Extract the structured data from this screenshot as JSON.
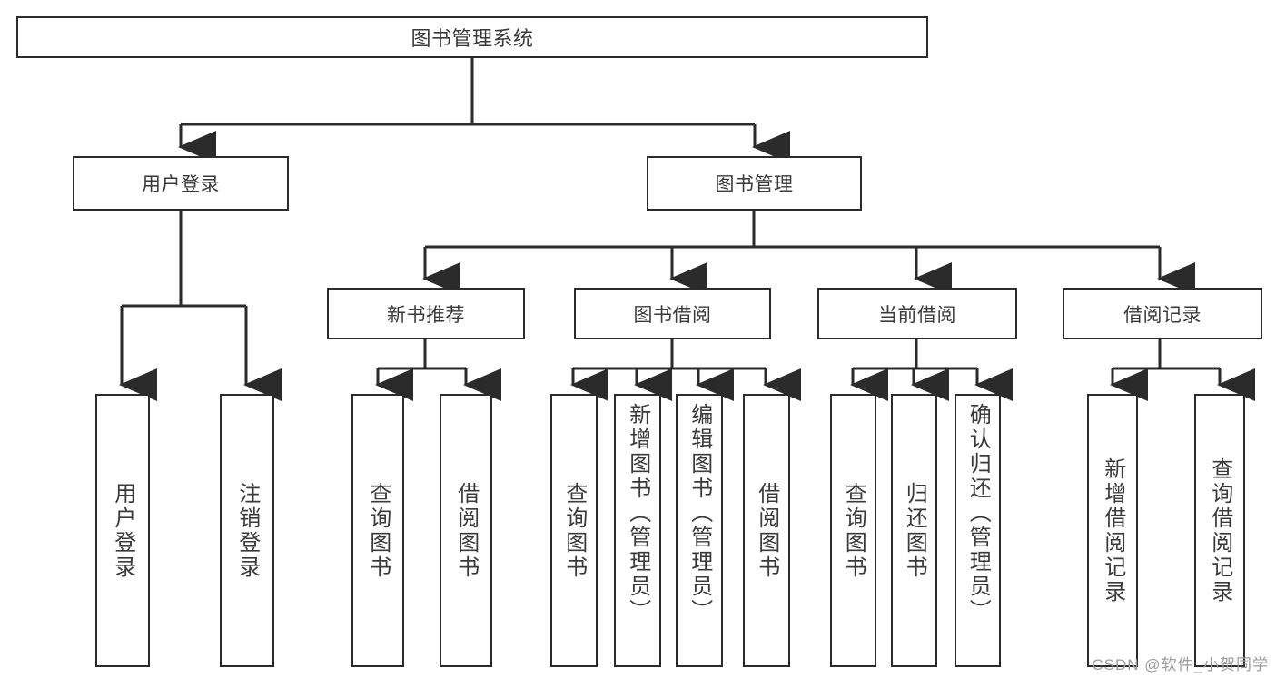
{
  "diagram": {
    "title": "图书管理系统",
    "type": "tree",
    "watermark": "CSDN @软件_小贺同学",
    "colors": {
      "stroke": "#2b2b2b",
      "text": "#3a3a3a",
      "background": "#ffffff",
      "watermark": "#9d9d9d"
    },
    "nodes": {
      "root": "图书管理系统",
      "level2": [
        "用户登录",
        "图书管理"
      ],
      "level3": [
        "新书推荐",
        "图书借阅",
        "当前借阅",
        "借阅记录"
      ],
      "leaves_user_login": [
        "用户登录",
        "注销登录"
      ],
      "leaves_new_book": [
        "查询图书",
        "借阅图书"
      ],
      "leaves_borrow": [
        "查询图书",
        "新增图书（管理员）",
        "编辑图书（管理员）",
        "借阅图书"
      ],
      "leaves_current": [
        "查询图书",
        "归还图书",
        "确认归还（管理员）"
      ],
      "leaves_record": [
        "新增借阅记录",
        "查询借阅记录"
      ]
    }
  }
}
